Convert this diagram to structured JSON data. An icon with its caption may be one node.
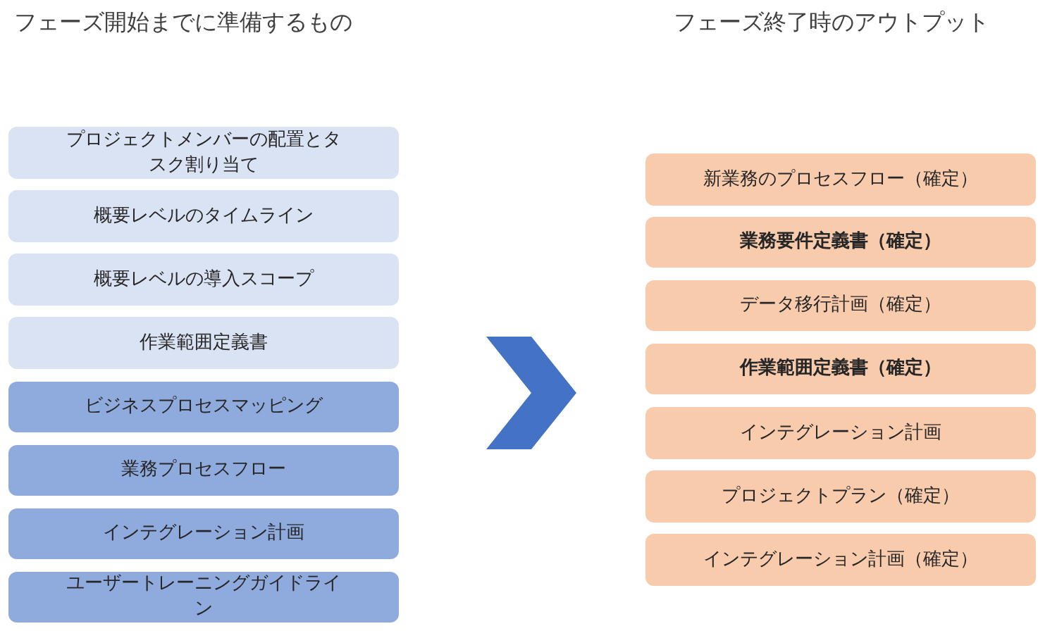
{
  "diagram": {
    "nodes": [
      {
        "text": [
          "プロジェクトメンバーの配置とタスク割り当て"
        ]
      },
      {
        "text": [
          "概要レベルのタイムライン"
        ]
      },
      {
        "text": [
          "概要レベルの導入スコープ"
        ]
      },
      {
        "text": [
          "作業範囲定義書"
        ]
      },
      {
        "text": [
          "ビジネスプロセスマッピング"
        ]
      },
      {
        "text": [
          "業務プロセスフロー"
        ]
      },
      {
        "text": [
          "インテグレーション計画"
        ]
      },
      {
        "text": [
          "ユーザートレーニングガイドライン"
        ]
      },
      {
        "text": [
          "新業務のプロセスフロー（確定）"
        ]
      },
      {
        "text": [
          "業務要件定義書（確定）"
        ]
      },
      {
        "text": [
          "データ移行計画（確定）"
        ]
      },
      {
        "text": [
          "作業範囲定義書（確定）"
        ]
      },
      {
        "text": [
          "インテグレーション計画"
        ]
      },
      {
        "text": [
          "プロジェクトプラン（確定）"
        ]
      },
      {
        "text": [
          "インテグレーション計画（確定）"
        ]
      }
    ],
    "edges": [],
    "labels": [
      "フェーズ開始までに準備するもの",
      "フェーズ終了時のアウトプット"
    ]
  }
}
